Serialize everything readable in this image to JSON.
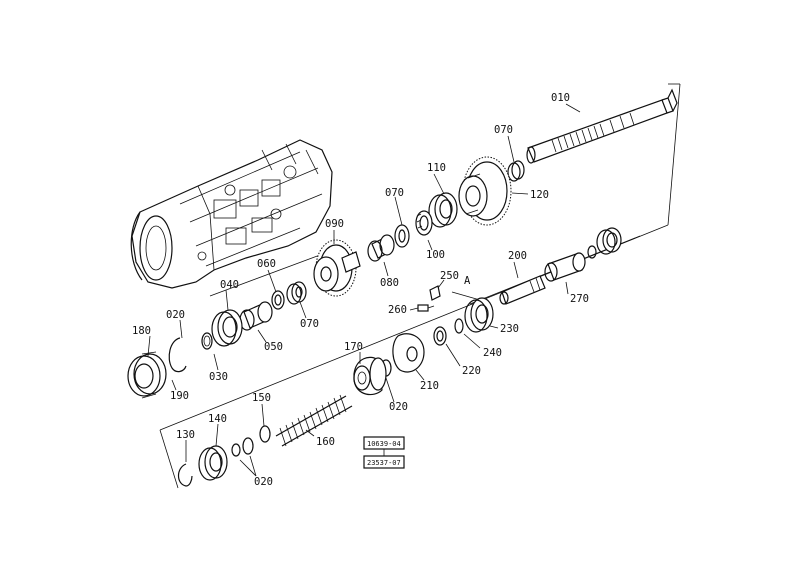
{
  "parts": [
    {
      "id": "p010",
      "label": "010"
    },
    {
      "id": "p070a",
      "label": "070"
    },
    {
      "id": "p110",
      "label": "110"
    },
    {
      "id": "p120",
      "label": "120"
    },
    {
      "id": "p070b",
      "label": "070"
    },
    {
      "id": "p090",
      "label": "090"
    },
    {
      "id": "p100",
      "label": "100"
    },
    {
      "id": "p080",
      "label": "080"
    },
    {
      "id": "p060",
      "label": "060"
    },
    {
      "id": "p070c",
      "label": "070"
    },
    {
      "id": "p040",
      "label": "040"
    },
    {
      "id": "p050",
      "label": "050"
    },
    {
      "id": "p020a",
      "label": "020"
    },
    {
      "id": "p180",
      "label": "180"
    },
    {
      "id": "p030",
      "label": "030"
    },
    {
      "id": "p190",
      "label": "190"
    },
    {
      "id": "p250",
      "label": "250"
    },
    {
      "id": "pA",
      "label": "A"
    },
    {
      "id": "p200",
      "label": "200"
    },
    {
      "id": "p260",
      "label": "260"
    },
    {
      "id": "p270",
      "label": "270"
    },
    {
      "id": "p230",
      "label": "230"
    },
    {
      "id": "p240",
      "label": "240"
    },
    {
      "id": "p170",
      "label": "170"
    },
    {
      "id": "p220",
      "label": "220"
    },
    {
      "id": "p210",
      "label": "210"
    },
    {
      "id": "p020b",
      "label": "020"
    },
    {
      "id": "p150",
      "label": "150"
    },
    {
      "id": "p140",
      "label": "140"
    },
    {
      "id": "p160",
      "label": "160"
    },
    {
      "id": "p130",
      "label": "130"
    },
    {
      "id": "p020c",
      "label": "020"
    }
  ],
  "reference_box": {
    "top": "10639-04",
    "bottom": "23537-07"
  }
}
